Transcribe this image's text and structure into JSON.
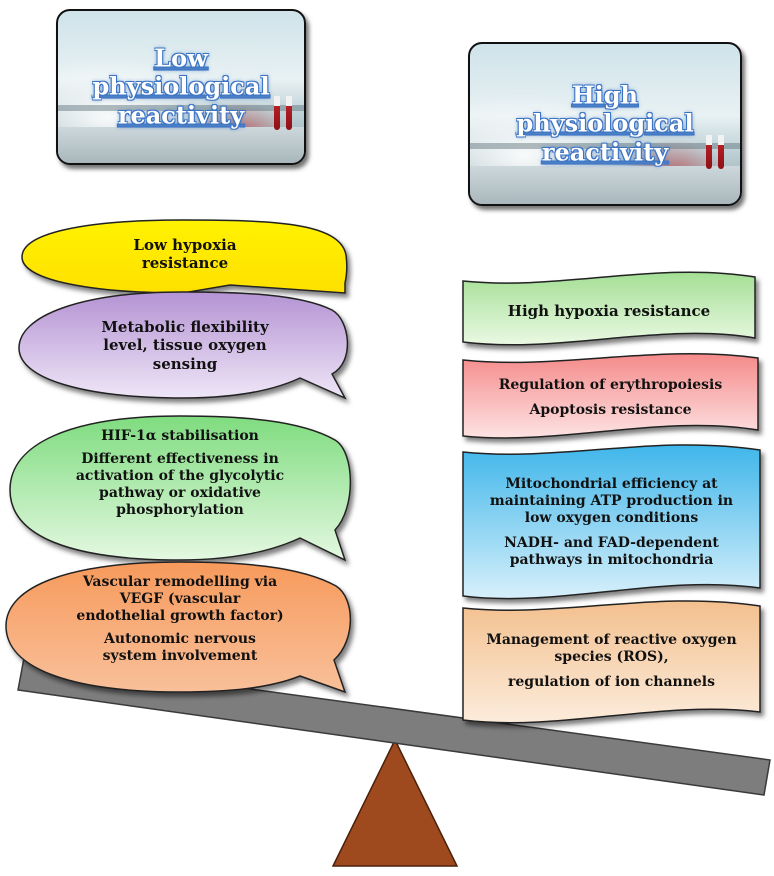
{
  "cards": {
    "low": {
      "title": "Low physiological reactivity"
    },
    "high": {
      "title": "High physiological reactivity"
    }
  },
  "left": {
    "bubble1": {
      "lines": [
        "Low hypoxia",
        "resistance"
      ],
      "color": "#ffee00"
    },
    "bubble2": {
      "lines": [
        "Metabolic flexibility",
        "level, tissue oxygen",
        "sensing"
      ],
      "color": "#c6a8dc"
    },
    "bubble3": {
      "title": "HIF-1α stabilisation",
      "lines": [
        "Different effectiveness in",
        "activation of the glycolytic",
        "pathway or oxidative",
        "phosphorylation"
      ],
      "color": "#9be39b"
    },
    "bubble4": {
      "lines": [
        "Vascular remodelling via",
        "VEGF (vascular",
        "endothelial growth factor)"
      ],
      "lines2": [
        "Autonomic nervous",
        "system involvement"
      ],
      "color": "#f7a56b"
    }
  },
  "right": {
    "banner1": {
      "text": "High hypoxia resistance",
      "color": "#a8e29a"
    },
    "banner2": {
      "line1": "Regulation of erythropoiesis",
      "line2": "Apoptosis resistance",
      "color": "#f39a9a"
    },
    "banner3": {
      "lines": [
        "Mitochondrial efficiency at",
        "maintaining ATP production in",
        "low oxygen conditions"
      ],
      "lines2": [
        "NADH- and FAD-dependent",
        "pathways in mitochondria"
      ],
      "color": "#66c6ee"
    },
    "banner4": {
      "lines": [
        "Management of reactive oxygen",
        "species (ROS),"
      ],
      "line2": "regulation of ion channels",
      "color": "#f3c79c"
    }
  },
  "scale": {
    "beam_color": "#7d7d7d",
    "fulcrum_color": "#9e4a1e"
  }
}
